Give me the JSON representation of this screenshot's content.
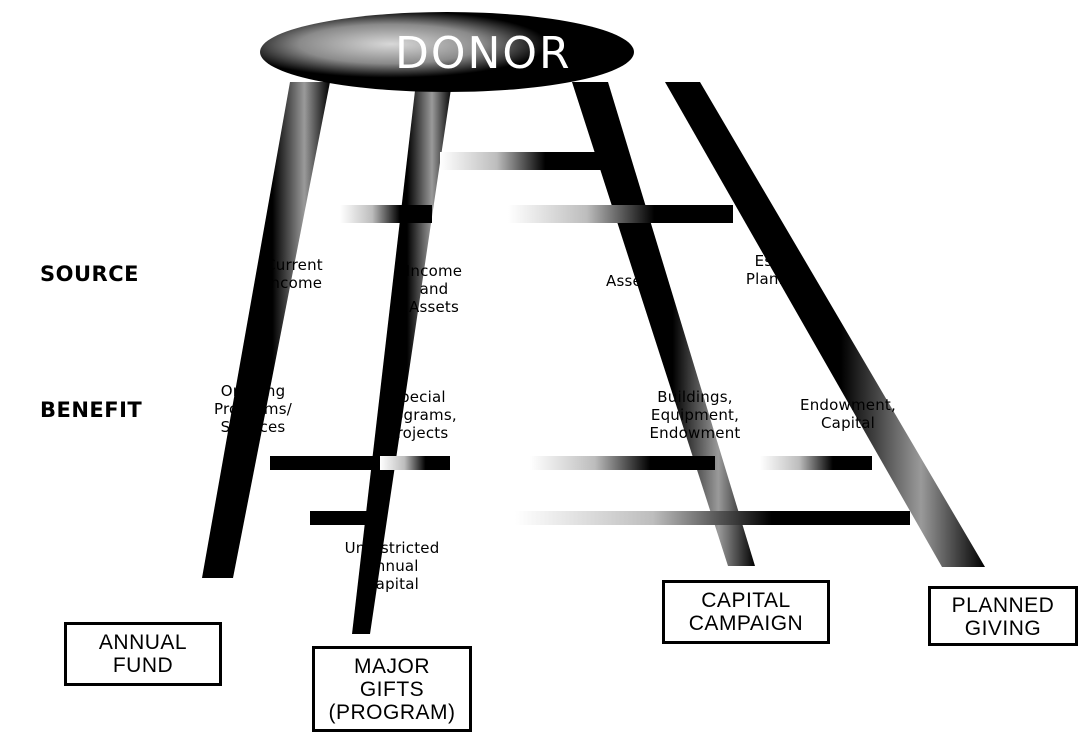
{
  "title": "DONOR",
  "rows": {
    "source": "SOURCE",
    "benefit": "BENEFIT"
  },
  "sources": {
    "annual": "Current\nIncome",
    "major": "Income\nand\nAssets",
    "capital": "Assets",
    "planned": "Estate\nPlanning"
  },
  "benefits": {
    "annual": "Ongoing\nPrograms/\nServices",
    "major": "Special\nPrograms,\nProjects",
    "capital": "Buildings,\nEquipment,\nEndowment",
    "planned": "Endowment,\nCapital"
  },
  "note": "Unrestricted\nAnnual\nCapital",
  "boxes": {
    "annual": "ANNUAL\nFUND",
    "major": "MAJOR\nGIFTS\n(PROGRAM)",
    "capital": "CAPITAL\nCAMPAIGN",
    "planned": "PLANNED\nGIVING"
  },
  "colors": {
    "ink": "#000000",
    "paper": "#ffffff",
    "highlight": "#bfbfbf"
  }
}
